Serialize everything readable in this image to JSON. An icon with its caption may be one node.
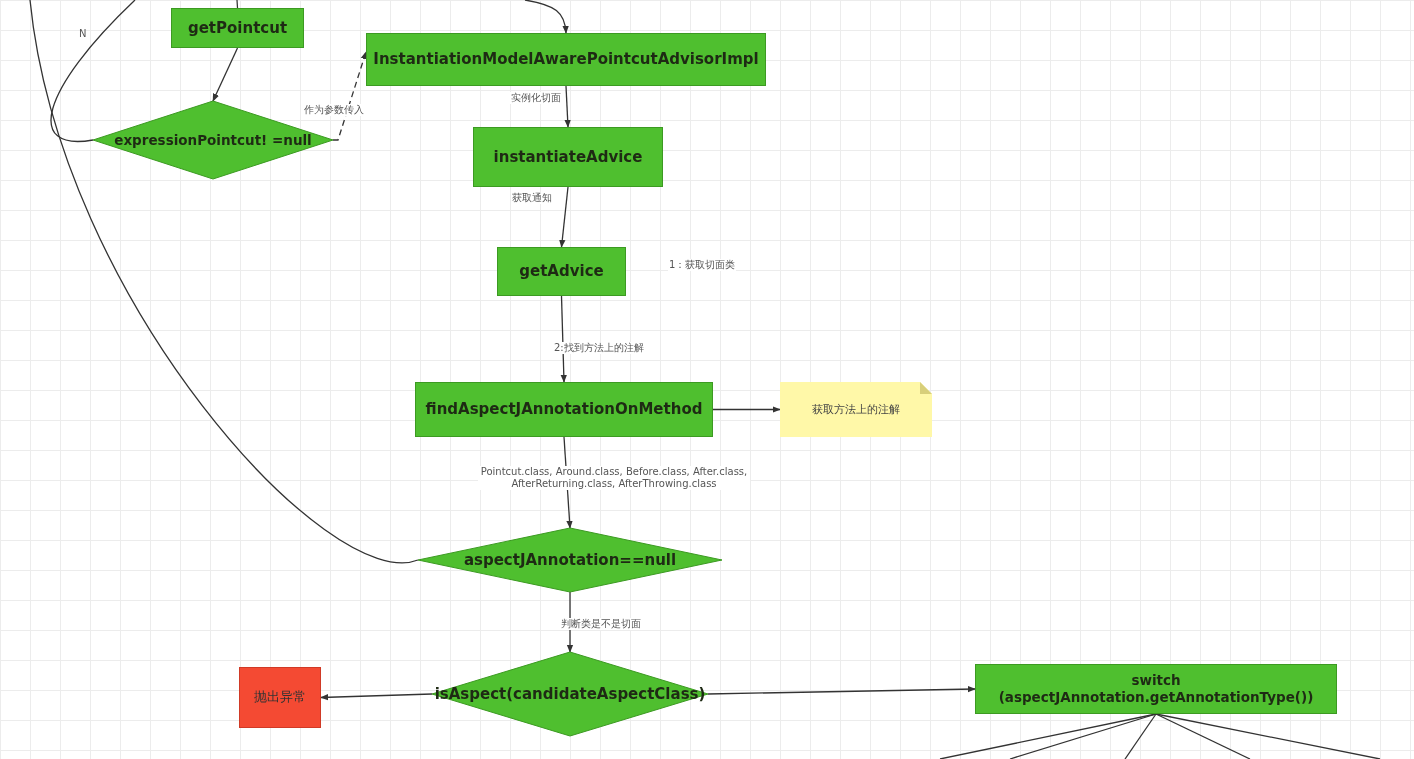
{
  "diagram": {
    "nodes": [
      {
        "text": [
          "getPointcut"
        ]
      },
      {
        "text": [
          "InstantiationModelAwarePointcutAdvisorImpl"
        ]
      },
      {
        "text": [
          "expressionPointcut!  =null"
        ]
      },
      {
        "text": [
          "instantiateAdvice"
        ]
      },
      {
        "text": [
          "getAdvice"
        ]
      },
      {
        "text": [
          "findAspectJAnnotationOnMethod"
        ]
      },
      {
        "text": [
          "获取方法上的注解"
        ]
      },
      {
        "text": [
          "aspectJAnnotation==null"
        ]
      },
      {
        "text": [
          "抛出异常"
        ]
      },
      {
        "text": [
          "isAspect(candidateAspectClass)"
        ]
      },
      {
        "text": [
          "switch (aspectJAnnotation.getAnnotationType())"
        ]
      }
    ],
    "edges": [
      {
        "from": 7,
        "to": null,
        "arrow": "none"
      },
      {
        "from": 2,
        "to": null,
        "arrow": "none",
        "label": "N"
      },
      {
        "from": null,
        "to": 0,
        "arrow": "none"
      },
      {
        "from": null,
        "to": 1,
        "arrow": "to"
      },
      {
        "from": 0,
        "to": 2,
        "arrow": "to"
      },
      {
        "from": 2,
        "to": 1,
        "arrow": "to",
        "style": "dashed",
        "label": "作为参数传入"
      },
      {
        "from": 1,
        "to": 3,
        "arrow": "to",
        "label": "实例化切面"
      },
      {
        "from": 3,
        "to": 4,
        "arrow": "to",
        "label": "获取通知"
      },
      {
        "from": 4,
        "to": 5,
        "arrow": "to",
        "label": "2:找到方法上的注解"
      },
      {
        "from": 5,
        "to": 6,
        "arrow": "to"
      },
      {
        "from": 5,
        "to": 7,
        "arrow": "to",
        "label": "Pointcut.class, Around.class, Before.class, After.class, AfterReturning.class, AfterThrowing.class"
      },
      {
        "from": 7,
        "to": 9,
        "arrow": "to",
        "label": "判断类是不是切面"
      },
      {
        "from": 9,
        "to": 8,
        "arrow": "to"
      },
      {
        "from": 9,
        "to": 10,
        "arrow": "to"
      },
      {
        "from": 10,
        "to": null,
        "arrow": "none"
      },
      {
        "from": 10,
        "to": null,
        "arrow": "none"
      },
      {
        "from": 10,
        "to": null,
        "arrow": "none"
      },
      {
        "from": 10,
        "to": null,
        "arrow": "none"
      },
      {
        "from": 10,
        "to": null,
        "arrow": "none"
      }
    ],
    "labels": [
      "1：获取切面类"
    ]
  }
}
